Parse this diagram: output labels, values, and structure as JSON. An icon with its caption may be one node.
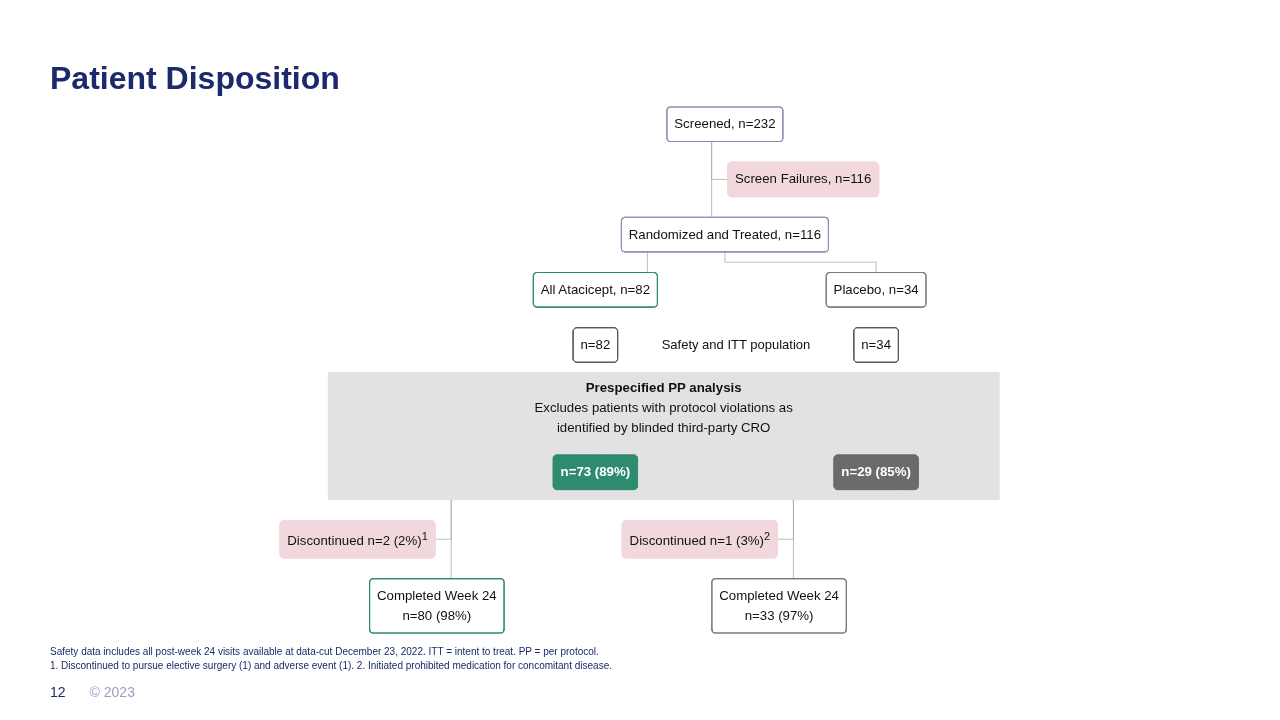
{
  "diagram": {
    "title": "Patient Disposition",
    "nodes": [
      {
        "text": [
          "Screened, n=232"
        ]
      },
      {
        "text": [
          "Screen Failures, n=116"
        ]
      },
      {
        "text": [
          "Randomized and Treated, n=116"
        ]
      },
      {
        "text": [
          "All Atacicept, n=82"
        ]
      },
      {
        "text": [
          "Placebo, n=34"
        ]
      },
      {
        "text": [
          "n=82"
        ]
      },
      {
        "text": [
          "n=34"
        ]
      },
      {
        "text": [
          "Prespecified PP analysis",
          "Excludes patients with protocol violations as identified by blinded third-party CRO"
        ]
      },
      {
        "text": [
          "n=73 (89%)"
        ],
        "in": 7
      },
      {
        "text": [
          "n=29 (85%)"
        ],
        "in": 7
      },
      {
        "text": [
          "Discontinued n=2 (2%)$^{1}$"
        ]
      },
      {
        "text": [
          "Discontinued n=1 (3%)$^{2}$"
        ]
      },
      {
        "text": [
          "Completed Week 24",
          "n=80 (98%)"
        ]
      },
      {
        "text": [
          "Completed Week 24",
          "n=33 (97%)"
        ]
      }
    ],
    "edges": [
      {
        "from": 0,
        "to": 1,
        "arrow": "none"
      },
      {
        "from": 0,
        "to": 2,
        "arrow": "none"
      },
      {
        "from": 2,
        "to": 3,
        "arrow": "none"
      },
      {
        "from": 2,
        "to": 4,
        "arrow": "none"
      },
      {
        "from": 7,
        "to": 10,
        "arrow": "none"
      },
      {
        "from": 7,
        "to": 12,
        "arrow": "none"
      },
      {
        "from": 7,
        "to": 11,
        "arrow": "none"
      },
      {
        "from": 7,
        "to": 13,
        "arrow": "none"
      }
    ],
    "labels": [
      "Safety and ITT population",
      "Safety data includes all post-week 24 visits available at data-cut December 23, 2022. ITT = intent to treat. PP = per protocol.",
      "1. Discontinued to pursue elective surgery (1) and adverse event (1). 2. Initiated prohibited medication for concomitant disease.",
      "12",
      "© 2023"
    ]
  }
}
